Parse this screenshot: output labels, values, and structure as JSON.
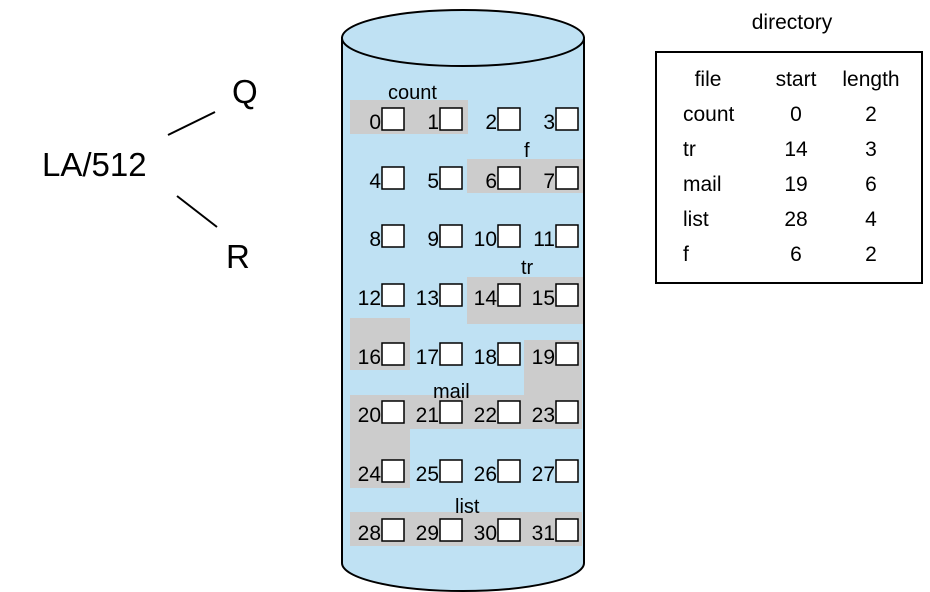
{
  "formula": {
    "expression": "LA/512",
    "quotient": "Q",
    "remainder": "R"
  },
  "disk": {
    "block_numbers": [
      "0",
      "1",
      "2",
      "3",
      "4",
      "5",
      "6",
      "7",
      "8",
      "9",
      "10",
      "11",
      "12",
      "13",
      "14",
      "15",
      "16",
      "17",
      "18",
      "19",
      "20",
      "21",
      "22",
      "23",
      "24",
      "25",
      "26",
      "27",
      "28",
      "29",
      "30",
      "31"
    ],
    "file_labels": {
      "count": "count",
      "f": "f",
      "tr": "tr",
      "mail": "mail",
      "list": "list"
    },
    "colors": {
      "cylinder_fill": "#bfe1f3",
      "highlight": "#cccccc",
      "outline": "#000000"
    }
  },
  "directory": {
    "title": "directory",
    "headers": {
      "file": "file",
      "start": "start",
      "length": "length"
    },
    "rows": [
      {
        "file": "count",
        "start": "0",
        "length": "2"
      },
      {
        "file": "tr",
        "start": "14",
        "length": "3"
      },
      {
        "file": "mail",
        "start": "19",
        "length": "6"
      },
      {
        "file": "list",
        "start": "28",
        "length": "4"
      },
      {
        "file": "f",
        "start": "6",
        "length": "2"
      }
    ]
  }
}
